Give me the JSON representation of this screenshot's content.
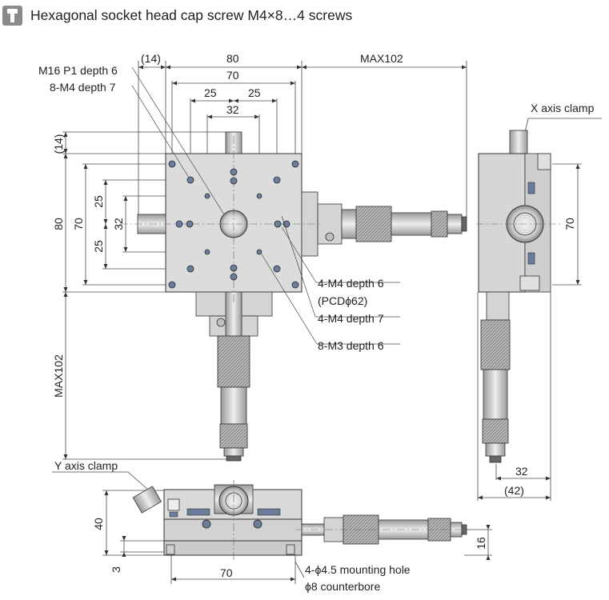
{
  "header": {
    "icon": "screw-icon",
    "title": "Hexagonal socket head cap screw M4×8…4 screws"
  },
  "top_view": {
    "callouts": {
      "m16": "M16 P1 depth 6",
      "m4_8": "8-M4 depth 7",
      "m4_4_6": "4-M4 depth 6",
      "pcd": "(PCDϕ62)",
      "m4_4_7": "4-M4 depth 7",
      "m3_8": "8-M3 depth 6"
    },
    "dims": {
      "top_14": "(14)",
      "top_80": "80",
      "top_70": "70",
      "top_25a": "25",
      "top_25b": "25",
      "top_32": "32",
      "max102_right": "MAX102",
      "left_14": "(14)",
      "left_80": "80",
      "left_70": "70",
      "left_25a": "25",
      "left_32": "32",
      "left_25b": "25",
      "max102_down": "MAX102"
    }
  },
  "side_view": {
    "x_clamp": "X axis clamp",
    "dim_70": "70",
    "dim_32": "32",
    "dim_42": "(42)"
  },
  "front_view": {
    "y_clamp": "Y axis clamp",
    "dim_40": "40",
    "dim_3": "3",
    "dim_70": "70",
    "dim_16": "16",
    "hole_1": "4-ϕ4.5 mounting hole",
    "hole_2": "ϕ8 counterbore"
  },
  "colors": {
    "metal": "#d8d8d8",
    "metal_dark": "#9a9a9a",
    "hole_blue": "#6b7d9c",
    "line": "#333333",
    "dim_line": "#4a4a4a"
  }
}
